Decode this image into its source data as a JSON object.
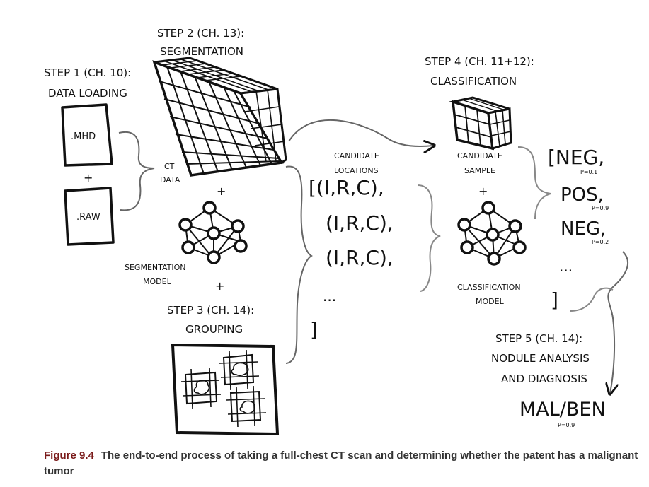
{
  "step1": {
    "title": "STEP 1 (CH. 10):",
    "subtitle": "DATA LOADING",
    "file1": ".MHD",
    "file2": ".RAW",
    "plus": "+"
  },
  "step2": {
    "title": "STEP 2 (CH. 13):",
    "subtitle": "SEGMENTATION",
    "ct_label_1": "CT",
    "ct_label_2": "DATA",
    "plus": "+",
    "model_label_1": "SEGMENTATION",
    "model_label_2": "MODEL"
  },
  "step3": {
    "title": "STEP 3 (CH. 14):",
    "subtitle": "GROUPING",
    "plus": "+"
  },
  "candidates": {
    "label_1": "CANDIDATE",
    "label_2": "LOCATIONS",
    "row1": "[(I,R,C),",
    "row2": "(I,R,C),",
    "row3": "(I,R,C),",
    "ellipsis": "...",
    "close": "]"
  },
  "step4": {
    "title": "STEP 4 (CH. 11+12):",
    "subtitle": "CLASSIFICATION",
    "sample_label_1": "CANDIDATE",
    "sample_label_2": "SAMPLE",
    "plus": "+",
    "model_label_1": "CLASSIFICATION",
    "model_label_2": "MODEL"
  },
  "results": {
    "items": [
      {
        "text": "[NEG,",
        "prob": "P=0.1"
      },
      {
        "text": "POS,",
        "prob": "P=0.9"
      },
      {
        "text": "NEG,",
        "prob": "P=0.2"
      }
    ],
    "ellipsis": "...",
    "close": "]"
  },
  "step5": {
    "title": "STEP 5 (CH. 14):",
    "line2": "NODULE ANALYSIS",
    "line3": "AND DIAGNOSIS",
    "result": "MAL/BEN",
    "prob": "P=0.9"
  },
  "caption": {
    "label": "Figure 9.4",
    "text": "The end-to-end process of taking a full-chest CT scan and determining whether the patent has a malignant tumor"
  }
}
